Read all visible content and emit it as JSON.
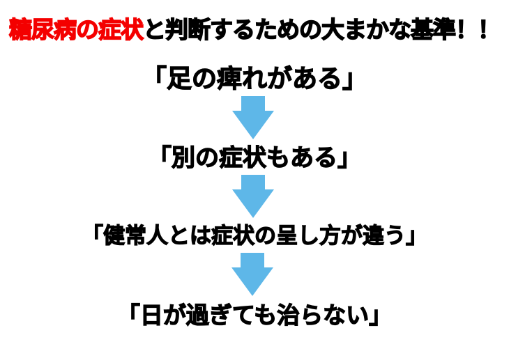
{
  "page": {
    "background_color": "#ffffff"
  },
  "title": {
    "highlight": "糖尿病の症状",
    "rest": "と判断するための大まかな基準！！",
    "highlight_color": "#f40000",
    "text_color": "#000000"
  },
  "flow": {
    "arrow_color": "#5eb7e8",
    "steps": [
      {
        "label": "「足の痺れがある」"
      },
      {
        "label": "「別の症状もある」"
      },
      {
        "label": "「健常人とは症状の呈し方が違う」"
      },
      {
        "label": "「日が過ぎても治らない」"
      }
    ]
  }
}
